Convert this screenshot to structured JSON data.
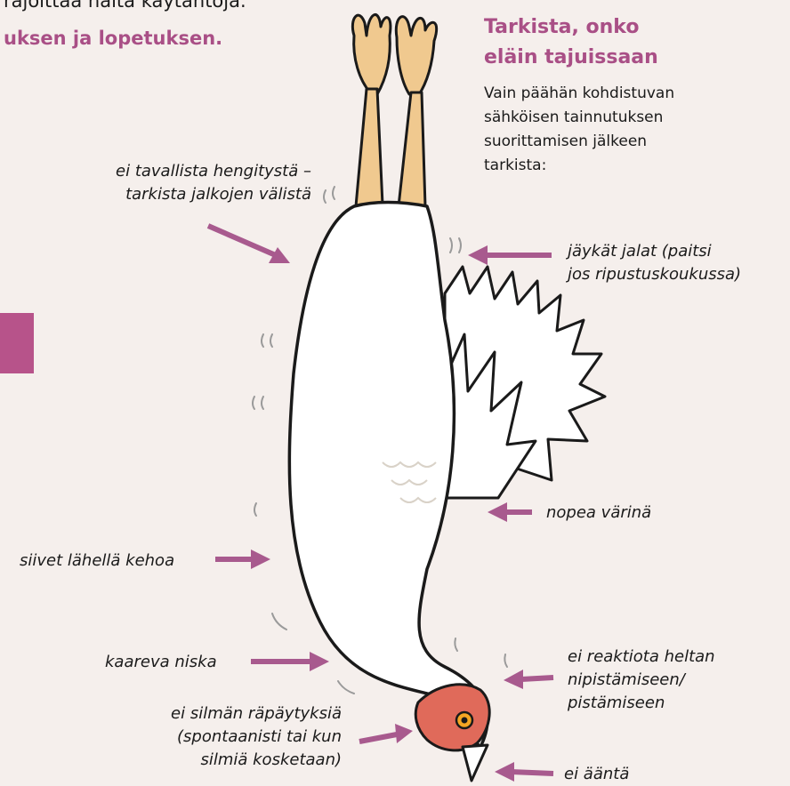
{
  "intro": {
    "line1": "rajoittaa näitä käytäntöjä.",
    "line2": "uksen ja lopetuksen."
  },
  "section": {
    "title_lines": [
      "Tarkista, onko",
      "eläin tajuissaan"
    ],
    "body_lines": [
      "Vain päähän kohdistuvan",
      "sähköisen tainnutuksen",
      "suorittamisen jälkeen",
      "tarkista:"
    ]
  },
  "callouts": {
    "breathing": [
      "ei tavallista hengitystä –",
      "tarkista jalkojen välistä"
    ],
    "legs": [
      "jäykät jalat (paitsi",
      "jos ripustuskoukussa)"
    ],
    "vibration": "nopea värinä",
    "wings": "siivet lähellä kehoa",
    "neck": "kaareva niska",
    "comb": [
      "ei reaktiota heltan",
      "nipistämiseen/",
      "pistämiseen"
    ],
    "eye": [
      "ei silmän räpäytyksiä",
      "(spontaanisti tai kun",
      "silmiä kosketaan)"
    ],
    "sound": "ei ääntä"
  },
  "colors": {
    "accent": "#a94f86",
    "arrow": "#a85a8e",
    "background": "#f5efec",
    "feet": "#f0c98f",
    "comb": "#e06a5a"
  }
}
